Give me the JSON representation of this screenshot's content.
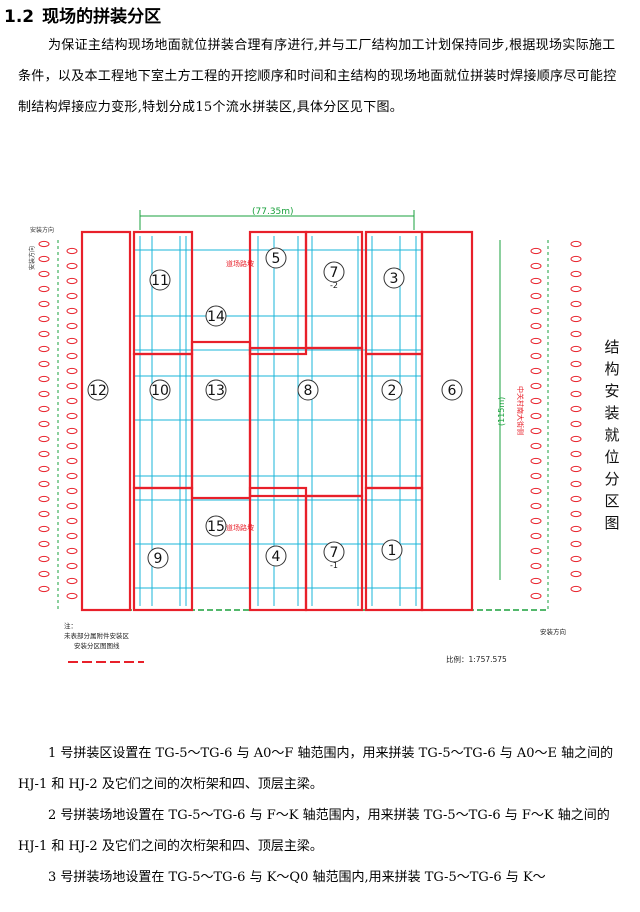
{
  "heading": {
    "number": "1.2",
    "title": "现场的拼装分区"
  },
  "intro_paragraph": "为保证主结构现场地面就位拼装合理有序进行,并与工厂结构加工计划保持同步,根据现场实际施工条件，以及本工程地下室土方工程的开挖顺序和时间和主结构的现场地面就位拼装时焊接顺序尽可能控制结构焊接应力变形,特划分成15个流水拼装区,具体分区见下图。",
  "drawing": {
    "side_title": "结构安装就位分区图",
    "top_dimension": "(77.35m)",
    "right_dimension": "(115m)",
    "right_label": "中关村南大街侧",
    "north_label_top": "安装方向",
    "side_label_left": "安装方向",
    "bottom_right_label": "安装方向",
    "zones": [
      "1",
      "2",
      "3",
      "4",
      "5",
      "6",
      "7",
      "7",
      "8",
      "9",
      "10",
      "11",
      "12",
      "13",
      "14",
      "15"
    ],
    "zone_sub": [
      "-2",
      "-1"
    ],
    "road_label_a": "道场路坡",
    "road_label_b": "道场路坡",
    "note_line1": "注：",
    "note_line2": "未表部分属附件安装区",
    "note_line3": "安装分区图图线",
    "scale": "比例：1:757.575"
  },
  "bottom_paragraphs": [
    "1 号拼装区设置在 TG-5～TG-6 与 A0～F 轴范围内，用来拼装 TG-5～TG-6 与 A0～E 轴之间的 HJ-1 和 HJ-2 及它们之间的次桁架和四、顶层主梁。",
    "2 号拼装场地设置在 TG-5～TG-6 与 F～K 轴范围内，用来拼装 TG-5～TG-6 与 F～K 轴之间的 HJ-1 和 HJ-2 及它们之间的次桁架和四、顶层主梁。",
    "3 号拼装场地设置在 TG-5～TG-6 与 K～Q0 轴范围内,用来拼装 TG-5～TG-6 与 K～"
  ],
  "colors": {
    "red": "#e8202a",
    "cyan": "#19b6d8",
    "green": "#1aa13c"
  }
}
